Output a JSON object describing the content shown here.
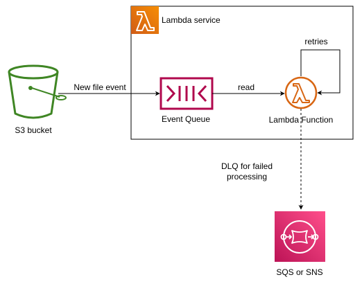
{
  "container": {
    "label": "Lambda service"
  },
  "nodes": {
    "s3": {
      "label": "S3 bucket"
    },
    "queue": {
      "label": "Event Queue"
    },
    "lambda": {
      "label": "Lambda Function"
    },
    "sqs": {
      "label": "SQS or SNS"
    }
  },
  "edges": {
    "new_file": {
      "label": "New file event"
    },
    "read": {
      "label": "read"
    },
    "retries": {
      "label": "retries"
    },
    "dlq": {
      "line1": "DLQ for failed",
      "line2": "processing"
    }
  },
  "colors": {
    "s3_green": "#3f8624",
    "queue_magenta": "#b0084d",
    "lambda_orange": "#d86613",
    "lambda_fill_top": "#f78e04",
    "lambda_fill_bottom": "#d05c17",
    "sqs_fill_top": "#ff4f8b",
    "sqs_fill_bottom": "#bc1356",
    "edge": "#000000"
  },
  "icons": {
    "container": "lambda-icon",
    "s3": "s3-bucket-icon",
    "queue": "queue-icon",
    "lambda": "lambda-icon",
    "sqs": "sqs-sns-icon"
  }
}
